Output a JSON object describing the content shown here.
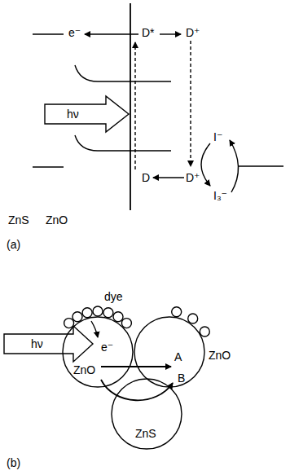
{
  "diagram": {
    "nodes": [
      {
        "text": [
          "ZnO"
        ]
      },
      {
        "text": [
          "ZnO"
        ]
      },
      {
        "text": [
          "ZnS"
        ]
      }
    ],
    "labels": [
      "e⁻",
      "D*",
      "D⁺",
      "hν",
      "D",
      "D⁺",
      "I⁻",
      "I₃⁻",
      "ZnS",
      "ZnO",
      "(a)",
      "dye",
      "hν",
      "e⁻",
      "A",
      "B",
      "(b)"
    ]
  }
}
